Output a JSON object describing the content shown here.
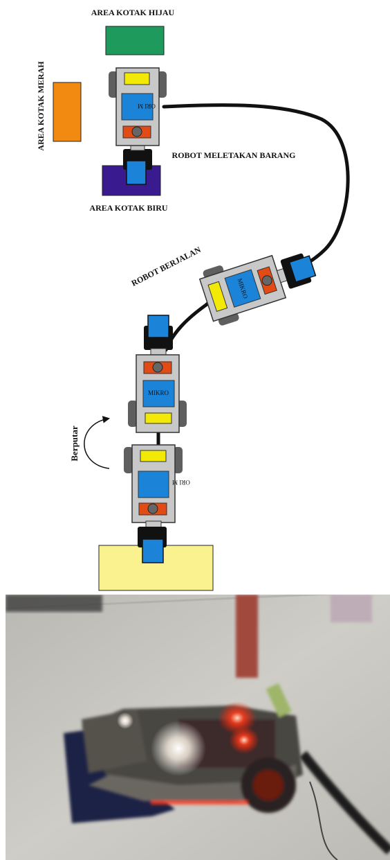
{
  "labels": {
    "green_area": "AREA KOTAK HIJAU",
    "red_area": "AREA KOTAK MERAH",
    "blue_area": "AREA KOTAK BIRU",
    "placing": "ROBOT MELETAKAN BARANG",
    "walking": "ROBOT BERJALAN",
    "rotating": "Berputar"
  },
  "robot_text": {
    "top": "ORI M",
    "right": "MIKRO",
    "middle": "MIKRO",
    "bottom": "ORI M"
  },
  "colors": {
    "green_box": "#1e9a5c",
    "orange_box": "#f28a12",
    "blue_box": "#3a1a8f",
    "yellow_box": "#f9f28e",
    "robot_body": "#c8c8c8",
    "robot_wheel": "#5f5f5f",
    "robot_panel": "#1b84d9",
    "robot_sensor": "#f2ea06",
    "robot_motor": "#e24b14",
    "gripper": "#111111",
    "path_line": "#111111"
  }
}
